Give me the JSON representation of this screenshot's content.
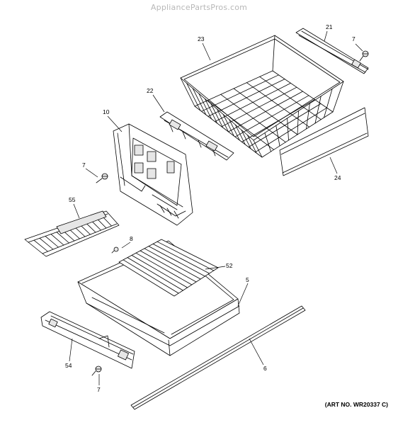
{
  "watermark": "AppliancePartsPros.com",
  "art_number": "(ART NO. WR20337 C)",
  "callouts": {
    "c23": "23",
    "c21": "21",
    "c7_top": "7",
    "c22": "22",
    "c10": "10",
    "c7_mid": "7",
    "c24": "24",
    "c55": "55",
    "c8": "8",
    "c52": "52",
    "c5": "5",
    "c54": "54",
    "c6": "6",
    "c7_bot": "7"
  }
}
